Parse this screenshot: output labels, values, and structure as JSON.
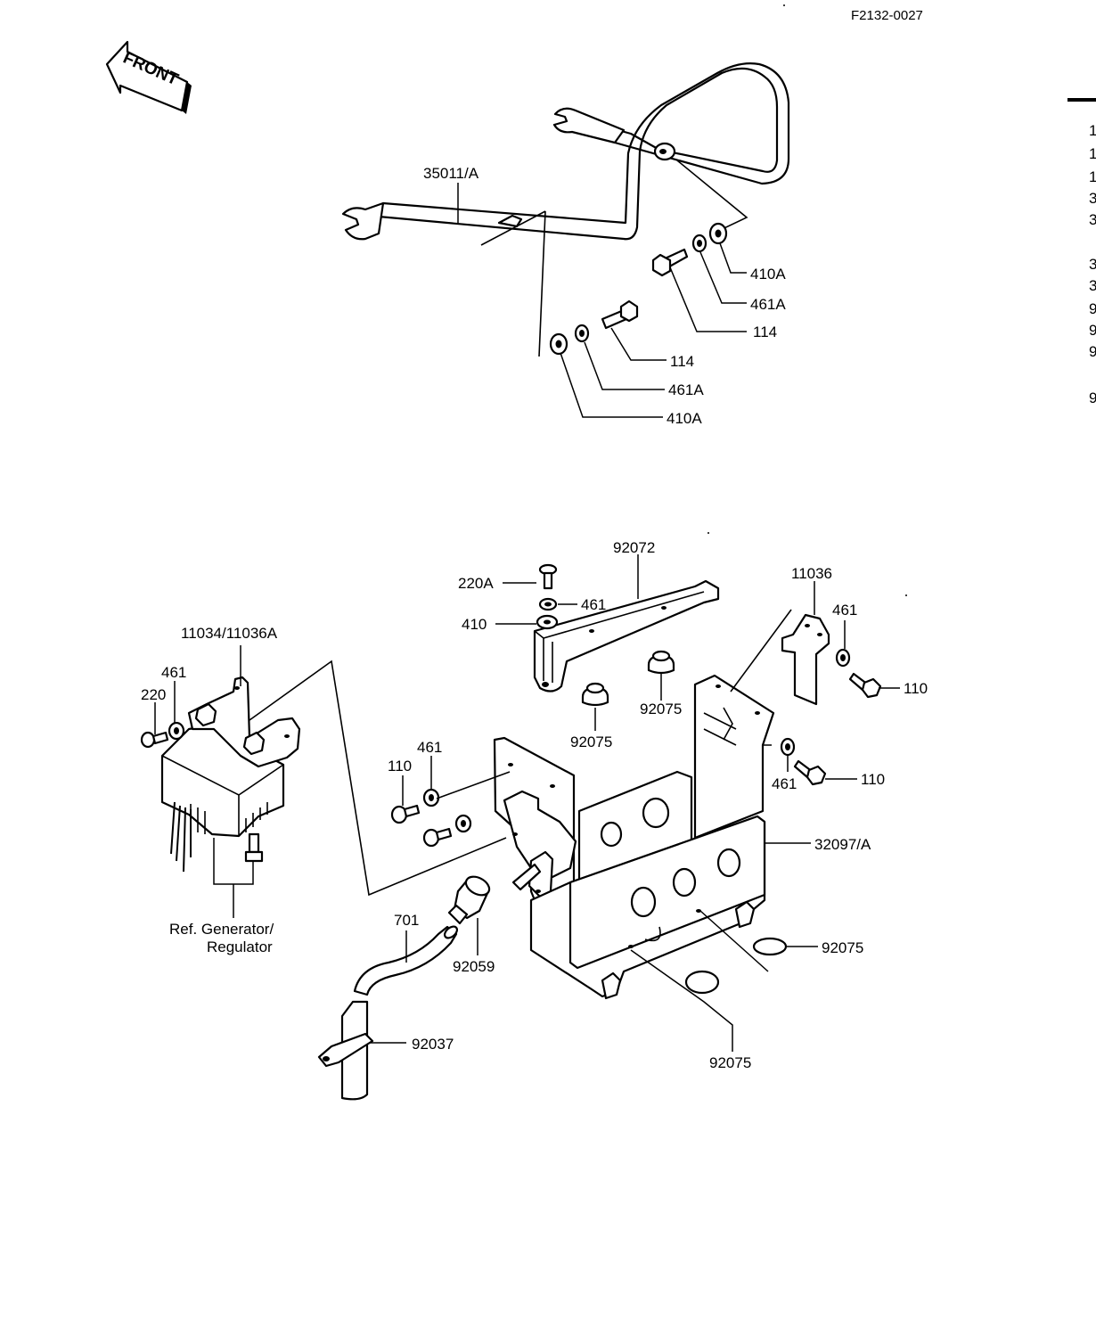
{
  "header": {
    "figure_code": "F2132-0027"
  },
  "front_arrow": {
    "label": "FRONT"
  },
  "upper_group": {
    "guard_bar": "35011/A",
    "washer_right": "410A",
    "lock_washer_right": "461A",
    "bolt_right": "114",
    "bolt_left": "114",
    "lock_washer_left": "461A",
    "washer_left": "410A"
  },
  "lower_group": {
    "bracket_top": "92072",
    "screw_220a": "220A",
    "lock_washer_461_top": "461",
    "washer_410": "410",
    "damper_upper_right": "92075",
    "damper_upper_left": "92075",
    "bracket_right_top": "11036",
    "lock_washer_461_right_top": "461",
    "bolt_110_right_top": "110",
    "lock_washer_461_right_mid": "461",
    "bolt_110_right_mid": "110",
    "battery_case": "32097/A",
    "damper_bottom_right": "92075",
    "damper_bottom": "92075",
    "regulator_bracket": "11034/11036A",
    "lock_washer_461_regulator": "461",
    "screw_220": "220",
    "bolt_110_left": "110",
    "lock_washer_461_left": "461",
    "ref_note_line1": "Ref. Generator/",
    "ref_note_line2": "Regulator",
    "hose": "701",
    "cap": "92059",
    "clamp": "92037"
  },
  "right_edge_fragments": [
    "1",
    "1",
    "1",
    "3",
    "3",
    "3",
    "3",
    "9",
    "9",
    "9",
    "9"
  ]
}
